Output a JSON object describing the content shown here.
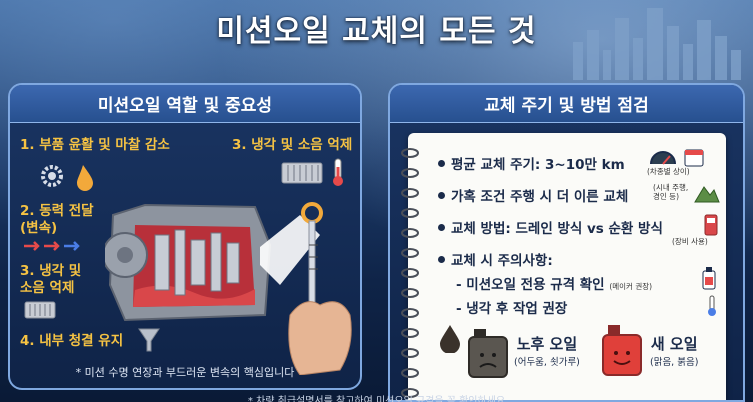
{
  "title": "미션오일 교체의 모든 것",
  "left_panel": {
    "header": "미션오일 역할 및 중요성",
    "items": [
      {
        "label": "1. 부품 윤활 및 마찰 감소"
      },
      {
        "label": "2. 동력 전달\n(변속)"
      },
      {
        "label": "3. 냉각 및\n소음 억제"
      },
      {
        "label": "4. 내부 청결 유지"
      }
    ],
    "top_right_label": "3. 냉각 및 소음 억제",
    "note": "* 미션 수명 연장과 부드러운 변속의 핵심입니다"
  },
  "right_panel": {
    "header": "교체 주기 및 방법 점검",
    "bullets": [
      {
        "text": "평균 교체 주기: 3~10만 km",
        "note": "(차종별 상이)"
      },
      {
        "text": "가혹 조건 주행 시 더 이른 교체",
        "note": "(시내 주행,\n경인 등)"
      },
      {
        "text": "교체 방법: 드레인 방식 vs 순환 방식",
        "note": "(장비 사용)"
      },
      {
        "text": "교체 시 주의사항:"
      }
    ],
    "sub_items": [
      {
        "text": "- 미션오일 전용 규격 확인",
        "note": "(메이커 권장)"
      },
      {
        "text": "- 냉각 후 작업 권장"
      }
    ],
    "old_oil": {
      "name": "노후 오일",
      "desc": "(어두움, 쇳가루)"
    },
    "new_oil": {
      "name": "새 오일",
      "desc": "(맑음, 붉음)"
    }
  },
  "footer": "* 차량 취급설명서를 참고하여 미션오일 규격을 꼭 확인하세요",
  "colors": {
    "accent": "#f6c343",
    "panel_border": "#7fa8e0",
    "header_blue": "#3c68b0",
    "oil_old": "#5a5650",
    "oil_new": "#e0403a"
  }
}
